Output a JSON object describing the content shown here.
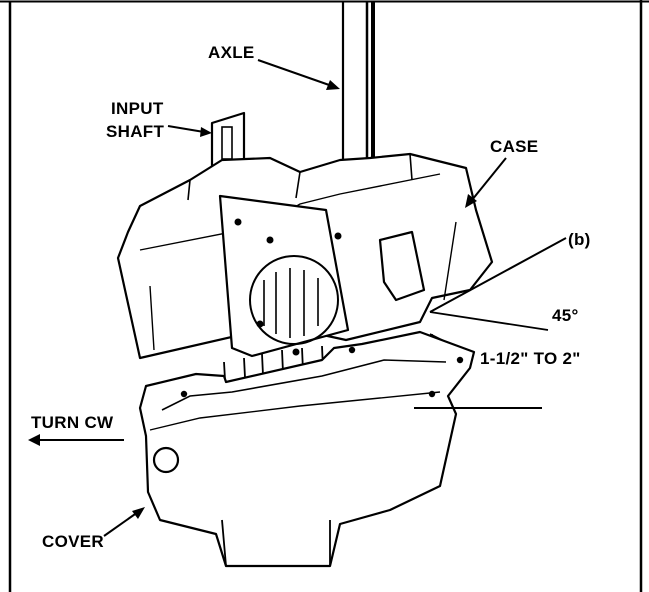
{
  "labels": {
    "axle": "AXLE",
    "input_shaft_line1": "INPUT",
    "input_shaft_line2": "SHAFT",
    "case": "CASE",
    "detail_b": "(b)",
    "angle": "45°",
    "gap": "1-1/2\" TO 2\"",
    "turn": "TURN CW",
    "cover": "COVER"
  },
  "colors": {
    "ink": "#000000",
    "paper": "#ffffff"
  }
}
